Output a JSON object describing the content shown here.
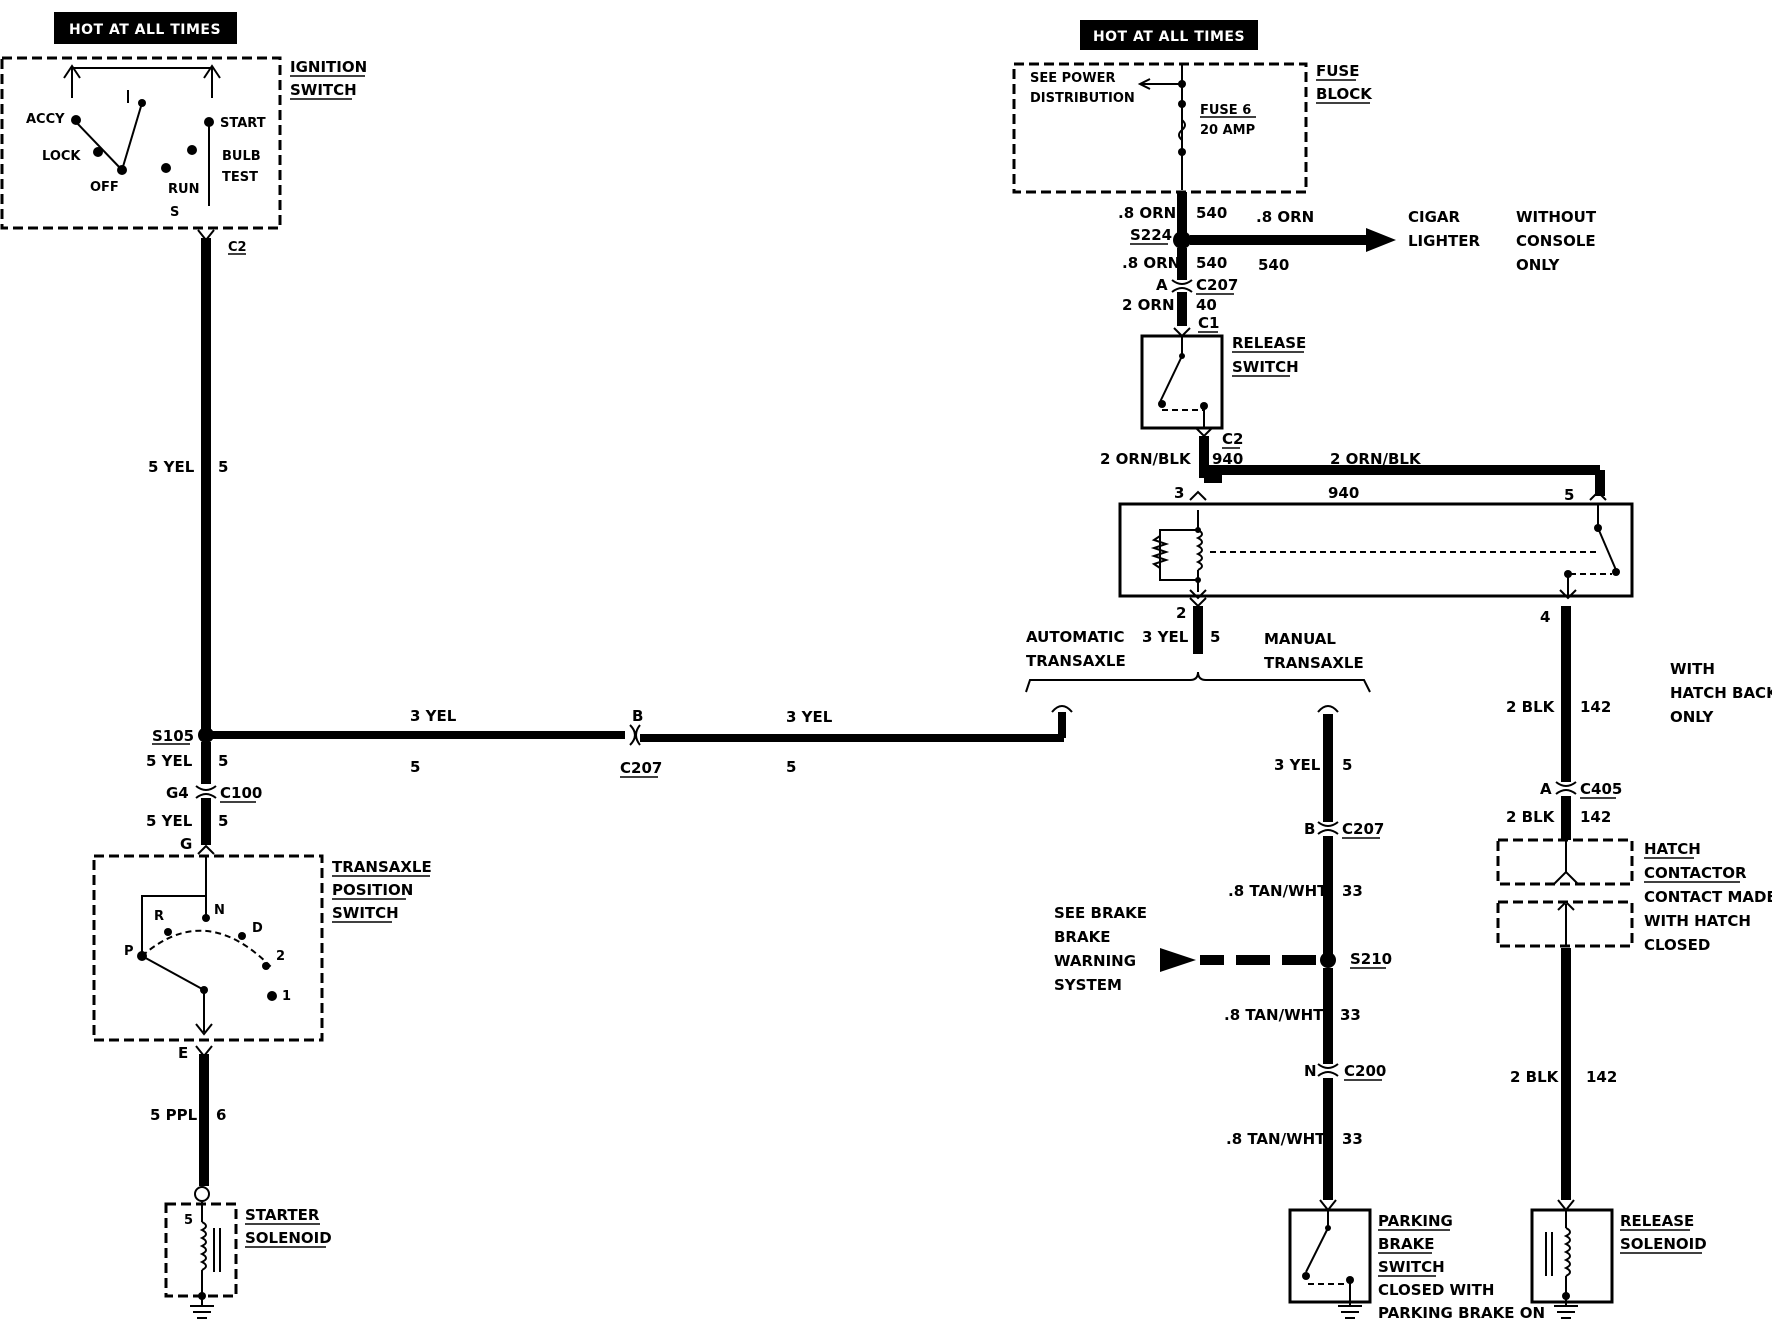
{
  "badges": {
    "hot_left": "HOT AT ALL TIMES",
    "hot_right": "HOT AT ALL TIMES"
  },
  "ignition": {
    "title1": "IGNITION",
    "title2": "SWITCH",
    "accy": "ACCY",
    "lock": "LOCK",
    "off": "OFF",
    "run": "RUN",
    "start": "START",
    "bulb": "BULB",
    "test": "TEST",
    "s": "S",
    "conn": "C2"
  },
  "fuse": {
    "title1": "FUSE",
    "title2": "BLOCK",
    "see_power1": "SEE POWER",
    "see_power2": "DISTRIBUTION",
    "fuse_name": "FUSE 6",
    "fuse_amp": "20 AMP"
  },
  "top_right_wires": {
    "w1": ".8 ORN",
    "c1": "540",
    "s224": "S224",
    "cig_wire": ".8 ORN",
    "cig1": "CIGAR",
    "cig2": "LIGHTER",
    "without1": "WITHOUT",
    "without2": "CONSOLE",
    "without3": "ONLY",
    "w2": ".8 ORN",
    "c2": "540",
    "c2b": "540",
    "a": "A",
    "c207": "C207",
    "w3": "2 ORN",
    "c3": "40",
    "c1conn": "C1"
  },
  "release_switch": {
    "t1": "RELEASE",
    "t2": "SWITCH",
    "c2": "C2"
  },
  "relay": {
    "w_left": "2 ORN/BLK",
    "c_left": "940",
    "w_top": "2 ORN/BLK",
    "c_mid": "940",
    "p3": "3",
    "p5": "5",
    "p2": "2",
    "p4": "4"
  },
  "transaxle_branch": {
    "auto1": "AUTOMATIC",
    "auto2": "TRANSAXLE",
    "w": "3 YEL",
    "c": "5",
    "man1": "MANUAL",
    "man2": "TRANSAXLE"
  },
  "left_wires": {
    "w_main": "5 YEL",
    "c_main": "5",
    "s105": "S105",
    "w_b": "5 YEL",
    "c_b": "5",
    "g4": "G4",
    "c100": "C100",
    "w_c": "5 YEL",
    "c_c": "5",
    "g": "G",
    "mid_w1": "3 YEL",
    "mid_c1": "5",
    "b": "B",
    "c207": "C207",
    "mid_w2": "3 YEL",
    "mid_c2": "5",
    "e": "E",
    "w_ppl": "5 PPL",
    "c_ppl": "6"
  },
  "transaxle_switch": {
    "t1": "TRANSAXLE",
    "t2": "POSITION",
    "t3": "SWITCH",
    "r": "R",
    "n": "N",
    "d": "D",
    "p": "P",
    "two": "2",
    "one": "1"
  },
  "starter": {
    "t1": "STARTER",
    "t2": "SOLENOID",
    "pin": "5"
  },
  "manual_branch": {
    "w1": "3 YEL",
    "c1": "5",
    "b": "B",
    "c207": "C207",
    "w2": ".8 TAN/WHT",
    "c2": "33",
    "s210": "S210",
    "see1": "SEE BRAKE",
    "see2": "BRAKE",
    "see3": "WARNING",
    "see4": "SYSTEM",
    "w3": ".8 TAN/WHT",
    "c3": "33",
    "n": "N",
    "c200": "C200",
    "w4": ".8 TAN/WHT",
    "c4": "33"
  },
  "parking": {
    "t1": "PARKING",
    "t2": "BRAKE",
    "t3": "SWITCH",
    "t4": "CLOSED WITH",
    "t5": "PARKING BRAKE ON"
  },
  "hatch_branch": {
    "with1": "WITH",
    "with2": "HATCH BACK",
    "with3": "ONLY",
    "w1": "2 BLK",
    "c1": "142",
    "a": "A",
    "c405": "C405",
    "w2": "2 BLK",
    "c2": "142",
    "h1": "HATCH",
    "h2": "CONTACTOR",
    "h3": "CONTACT MADE",
    "h4": "WITH HATCH",
    "h5": "CLOSED",
    "w3": "2 BLK",
    "c3": "142"
  },
  "release_solenoid": {
    "t1": "RELEASE",
    "t2": "SOLENOID"
  }
}
